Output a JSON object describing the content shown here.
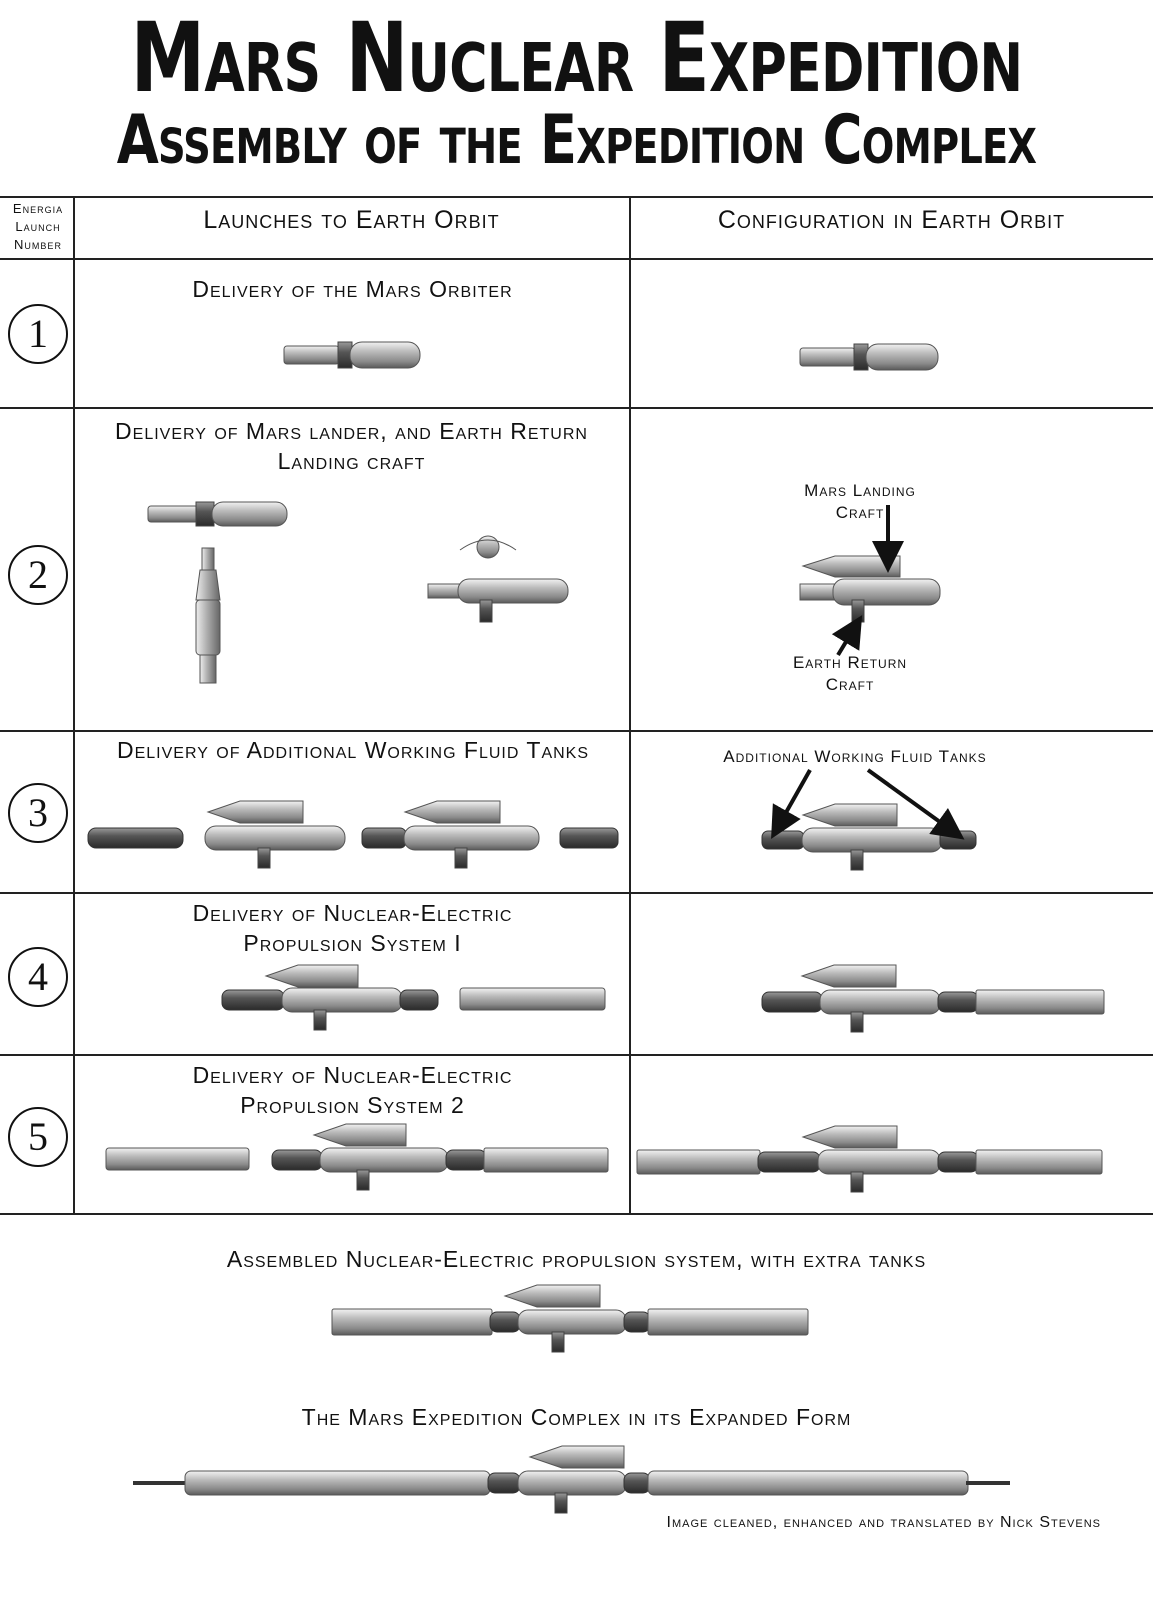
{
  "title": "Mars Nuclear Expedition",
  "subtitle": "Assembly of the Expedition Complex",
  "table": {
    "col_number": "Energia Launch Number",
    "col_launches": "Launches to Earth Orbit",
    "col_config": "Configuration in Earth Orbit",
    "rows": [
      {
        "number": "1",
        "caption": "Delivery of the Mars Orbiter"
      },
      {
        "number": "2",
        "caption": "Delivery of Mars lander, and Earth Return Landing craft"
      },
      {
        "number": "3",
        "caption": "Delivery of Additional Working Fluid Tanks"
      },
      {
        "number": "4",
        "caption": "Delivery of Nuclear-Electric Propulsion System I"
      },
      {
        "number": "5",
        "caption": "Delivery of Nuclear-Electric Propulsion System 2"
      }
    ]
  },
  "labels": {
    "mars_landing_craft": "Mars Landing Craft",
    "earth_return_craft": "Earth Return Craft",
    "additional_tanks": "Additional Working Fluid Tanks"
  },
  "assembled_caption": "Assembled Nuclear-Electric propulsion system, with extra tanks",
  "expanded_caption": "The Mars Expedition Complex in its Expanded Form",
  "credit": "Image cleaned, enhanced and translated by Nick Stevens"
}
